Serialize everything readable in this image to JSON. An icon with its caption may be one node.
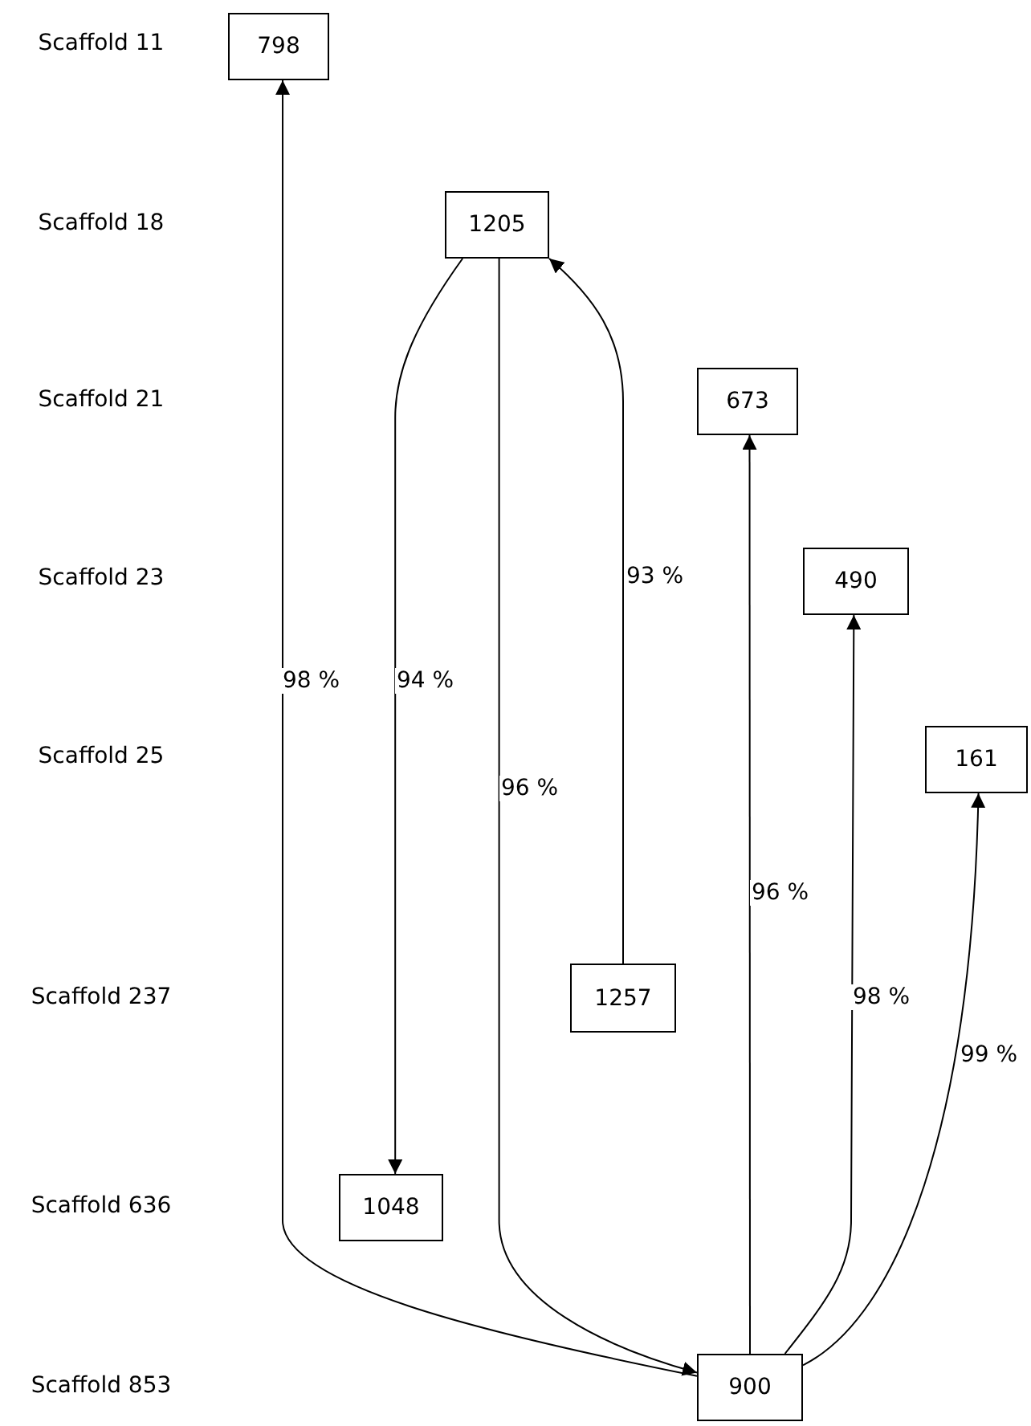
{
  "diagram": {
    "nodes": [
      {
        "text": [
          "798"
        ]
      },
      {
        "text": [
          "1205"
        ]
      },
      {
        "text": [
          "673"
        ]
      },
      {
        "text": [
          "490"
        ]
      },
      {
        "text": [
          "161"
        ]
      },
      {
        "text": [
          "1257"
        ]
      },
      {
        "text": [
          "1048"
        ]
      },
      {
        "text": [
          "900"
        ]
      }
    ],
    "edges": [
      {
        "from": 7,
        "to": 0,
        "arrow": "to",
        "label": "98 %"
      },
      {
        "from": 1,
        "to": 6,
        "arrow": "to",
        "label": "94 %"
      },
      {
        "from": 1,
        "to": 7,
        "arrow": "to",
        "label": "96 %"
      },
      {
        "from": 5,
        "to": 1,
        "arrow": "to",
        "label": "93 %"
      },
      {
        "from": 7,
        "to": 2,
        "arrow": "to",
        "label": "96 %"
      },
      {
        "from": 7,
        "to": 3,
        "arrow": "to",
        "label": "98 %"
      },
      {
        "from": 7,
        "to": 4,
        "arrow": "to",
        "label": "99 %"
      }
    ],
    "labels": [
      "Scaffold 11",
      "Scaffold 18",
      "Scaffold 21",
      "Scaffold 23",
      "Scaffold 25",
      "Scaffold 237",
      "Scaffold 636",
      "Scaffold 853"
    ]
  }
}
